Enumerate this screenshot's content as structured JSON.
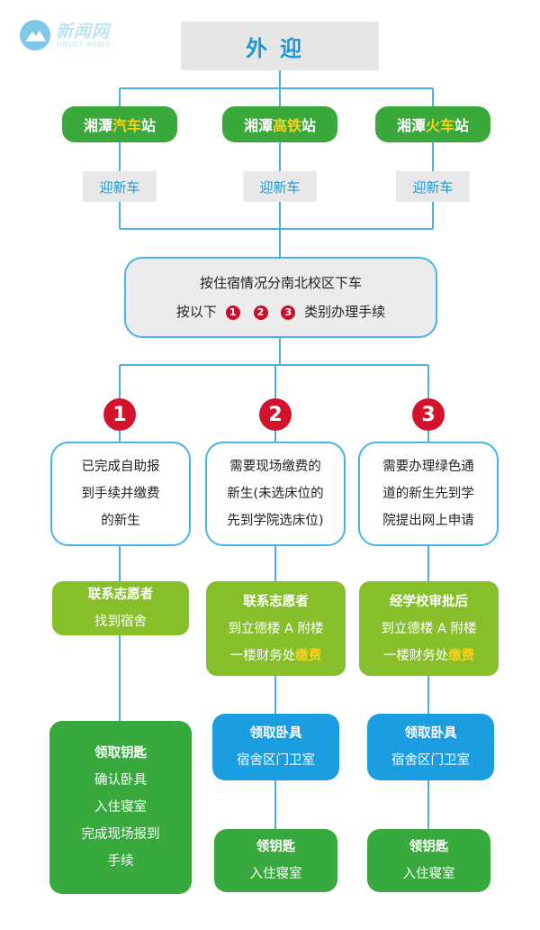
{
  "logo": {
    "text": "新闻网",
    "sub": "HNUST NEWS"
  },
  "title": "外迎",
  "stations": [
    {
      "pre": "湘潭",
      "hl": "汽车",
      "post": "站"
    },
    {
      "pre": "湘潭",
      "hl": "高铁",
      "post": "站"
    },
    {
      "pre": "湘潭",
      "hl": "火车",
      "post": "站"
    }
  ],
  "pickup_label": "迎新车",
  "hub": {
    "line1": "按住宿情况分南北校区下车",
    "line2_pre": "按以下",
    "line2_post": "类别办理手续",
    "nums": [
      "1",
      "2",
      "3"
    ]
  },
  "categories": [
    {
      "num": "1",
      "lines": [
        "已完成自助报",
        "到手续并缴费",
        "的新生"
      ]
    },
    {
      "num": "2",
      "lines": [
        "需要现场缴费的",
        "新生(未选床位的",
        "先到学院选床位)"
      ]
    },
    {
      "num": "3",
      "lines": [
        "需要办理绿色通",
        "道的新生先到学",
        "院提出网上申请"
      ]
    }
  ],
  "steps": [
    {
      "title": "联系志愿者",
      "line1": "找到宿舍"
    },
    {
      "title": "联系志愿者",
      "line1": "到立德楼 A 附楼",
      "line2_pre": "一楼财务处",
      "line2_hl": "缴费"
    },
    {
      "title": "经学校审批后",
      "line1": "到立德楼 A 附楼",
      "line2_pre": "一楼财务处",
      "line2_hl": "缴费"
    }
  ],
  "final1": {
    "title": "领取钥匙",
    "lines": [
      "确认卧具",
      "入住寝室",
      "完成现场报到",
      "手续"
    ]
  },
  "bedding": {
    "title": "领取卧具",
    "line1": "宿舍区门卫室"
  },
  "keys": {
    "title": "领钥匙",
    "line1": "入住寝室"
  },
  "colors": {
    "blue_line": "#49b3e6",
    "green": "#3aa83a",
    "lime": "#86bf2a",
    "blue_box": "#1b9de2",
    "red": "#d3132d",
    "yellow": "#f7d21c"
  }
}
